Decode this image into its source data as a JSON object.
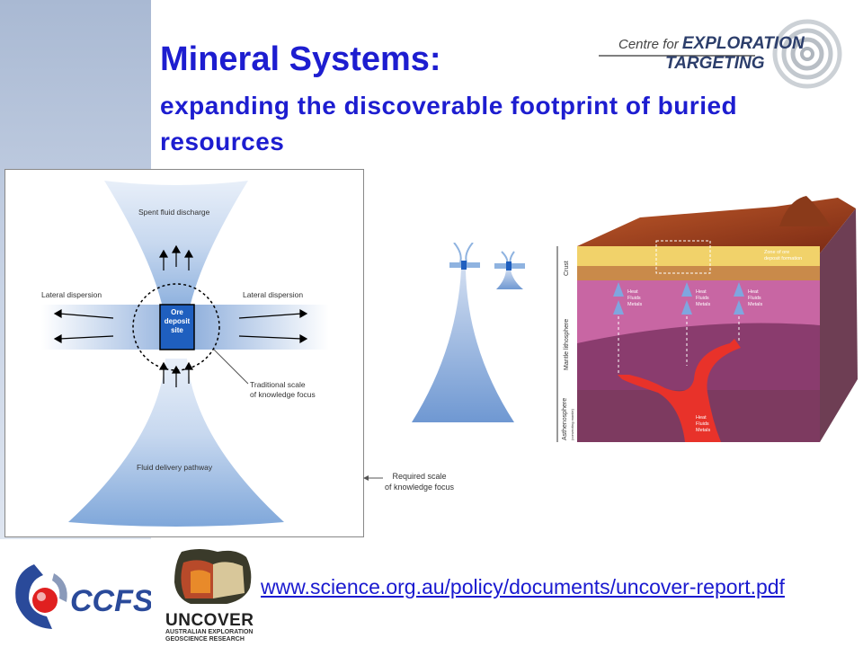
{
  "slide": {
    "title": "Mineral Systems:",
    "subtitle": "expanding the discoverable footprint of buried resources",
    "url": "www.science.org.au/policy/documents/uncover-report.pdf"
  },
  "logos": {
    "cet_line1": "Centre for",
    "cet_line1_bold": "EXPLORATION",
    "cet_line2": "TARGETING",
    "ccfs": "CCFS",
    "uncover": "UNCOVER",
    "uncover_sub1": "AUSTRALIAN EXPLORATION",
    "uncover_sub2": "GEOSCIENCE RESEARCH"
  },
  "figure_left": {
    "spent_fluid": "Spent fluid discharge",
    "lateral_left": "Lateral dispersion",
    "lateral_right": "Lateral dispersion",
    "ore_line1": "Ore",
    "ore_line2": "deposit",
    "ore_line3": "site",
    "traditional_line1": "Traditional scale",
    "traditional_line2": "of knowledge focus",
    "fluid_pathway": "Fluid delivery pathway"
  },
  "figure_center": {
    "required_line1": "Required scale",
    "required_line2": "of knowledge focus"
  },
  "figure_right": {
    "crust": "Crust",
    "mantle": "Mantle lithosphere",
    "astheno": "Asthenosphere",
    "astheno_sub": "(convecting mantle)",
    "zone_line1": "Zone of ore",
    "zone_line2": "deposit formation",
    "heat": "Heat",
    "fluids": "Fluids",
    "metals": "Metals"
  },
  "colors": {
    "title": "#1d1dd0",
    "link": "#1a1ad0",
    "plume": "#8fb3e0",
    "magma": "#e8322a"
  }
}
